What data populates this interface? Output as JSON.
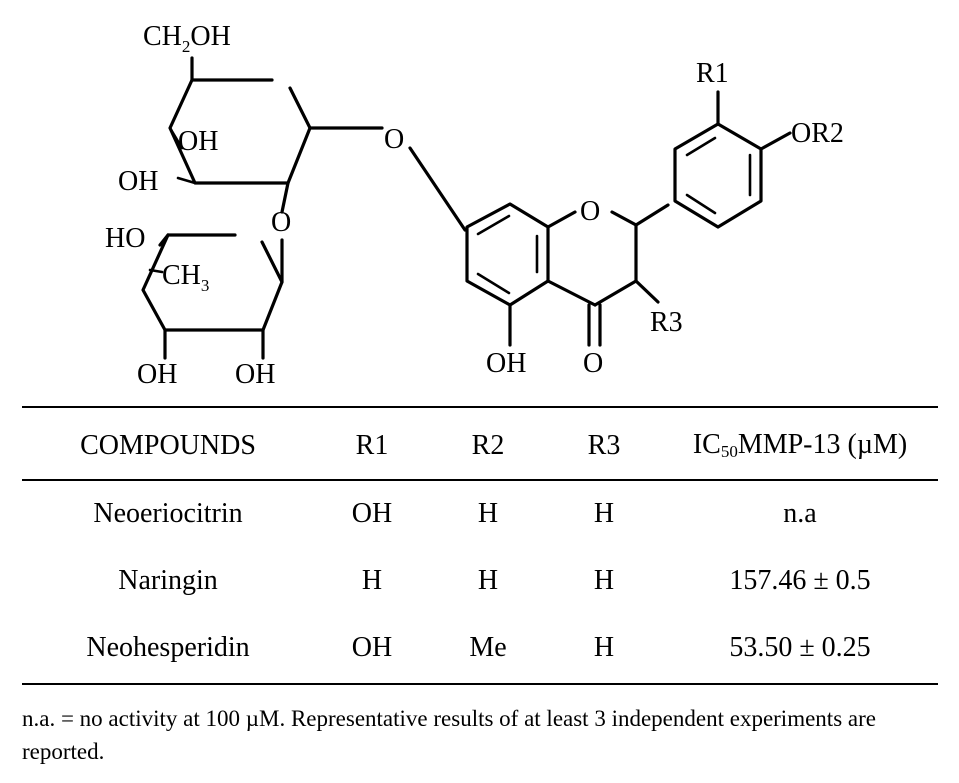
{
  "structure": {
    "labels": {
      "ch2oh_main": "CH",
      "ch2oh_sub": "2",
      "ch2oh_end": "OH",
      "glc_oh3": "OH",
      "glc_oh4": "OH",
      "ho_rha": "HO",
      "ch3_main": "CH",
      "ch3_sub": "3",
      "rha_oh_left": "OH",
      "rha_oh_right": "OH",
      "glycosidic_o": "O",
      "rha_ring_o": "O",
      "ring_o": "O",
      "oh_5": "OH",
      "carbonyl_o": "O",
      "r1": "R1",
      "or2": "OR2",
      "r3": "R3"
    }
  },
  "table": {
    "headers": {
      "compounds": "COMPOUNDS",
      "r1": "R1",
      "r2": "R2",
      "r3": "R3",
      "ic_prefix": "IC",
      "ic_sub": "50",
      "ic_suffix": "MMP-13 (µM)"
    },
    "rows": [
      {
        "compound": "Neoeriocitrin",
        "r1": "OH",
        "r2": "H",
        "r3": "H",
        "ic50": "n.a"
      },
      {
        "compound": "Naringin",
        "r1": "H",
        "r2": "H",
        "r3": "H",
        "ic50": "157.46 ± 0.5"
      },
      {
        "compound": "Neohesperidin",
        "r1": "OH",
        "r2": "Me",
        "r3": "H",
        "ic50": "53.50 ± 0.25"
      }
    ]
  },
  "footnote": {
    "text": "n.a. = no activity at 100 µM. Representative results of at least 3 independent experiments are reported."
  }
}
